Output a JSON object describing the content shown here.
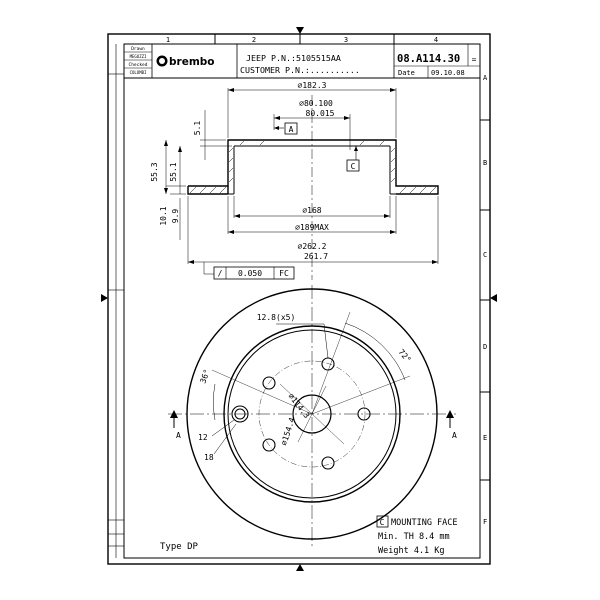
{
  "title_block": {
    "drawn_label": "Drawn",
    "drawn_value": "MEGOZZI",
    "checked_label": "Checked",
    "checked_value": "COLOMBI",
    "logo_text": "brembo",
    "part_number_line": "JEEP P.N.:5105515AA",
    "customer_line": "CUSTOMER P.N.:..........",
    "drawing_number": "08.A114.30",
    "revision_mark": "=",
    "date_label": "Date",
    "date_value": "09.10.08"
  },
  "grid": {
    "columns": [
      "1",
      "2",
      "3",
      "4"
    ],
    "rows": [
      "A",
      "B",
      "C",
      "D",
      "E",
      "F"
    ]
  },
  "section": {
    "dims": {
      "d182": "∅182.3",
      "d80a": "∅80.100",
      "d80b": "80.015",
      "h51": "5.1",
      "h553": "55.3",
      "h551": "55.1",
      "h101": "10.1",
      "h99": "9.9",
      "d168": "∅168",
      "d189": "∅189MAX",
      "d262a": "∅262.2",
      "d262b": "261.7"
    },
    "datum_a": "A",
    "datum_c": "C",
    "tolerance_symbol": "/",
    "tolerance_value": "0.050",
    "tolerance_ref": "FC"
  },
  "front_view": {
    "holes": "12.8(x5)",
    "angle72": "72°",
    "angle36": "36°",
    "pcd": "∅114.3",
    "d154": "∅154.4",
    "callout12": "12",
    "callout18": "18",
    "section_left": "A",
    "section_right": "A"
  },
  "notes": {
    "type": "Type DP",
    "c_box": "C",
    "mounting_face": "MOUNTING FACE",
    "min_th": "Min. TH 8.4 mm",
    "weight": "Weight 4.1 Kg"
  }
}
